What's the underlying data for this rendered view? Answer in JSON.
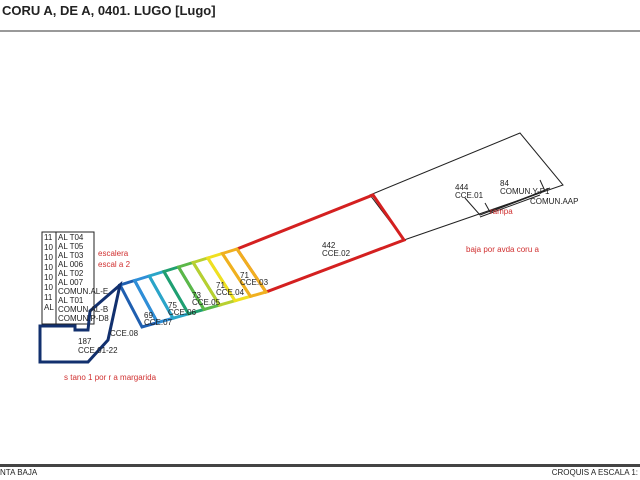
{
  "header": {
    "title": "CORU A, DE A, 0401. LUGO [Lugo]"
  },
  "footer": {
    "left": "NTA BAJA",
    "right": "CROQUIS A ESCALA 1:"
  },
  "units": [
    {
      "area": "444",
      "code": "CCE.01"
    },
    {
      "area": "84",
      "code": "COMUN.Y-P1"
    },
    {
      "area": "",
      "code": "COMUN.AAP"
    },
    {
      "area": "442",
      "code": "CCE.02"
    },
    {
      "area": "71",
      "code": "CCE.03"
    },
    {
      "area": "71",
      "code": "CCE.04"
    },
    {
      "area": "73",
      "code": "CCE.05"
    },
    {
      "area": "75",
      "code": "CCE.06"
    },
    {
      "area": "69",
      "code": "CCE.07"
    },
    {
      "area": "",
      "code": "CCE.08"
    },
    {
      "area": "187",
      "code": "CCE.01-22"
    }
  ],
  "tower_labels": [
    "11",
    "AL T04",
    "10",
    "AL T05",
    "10",
    "AL T03",
    "AL 006",
    "10",
    "AL T02",
    "AL 007",
    "COMUN.AL-E",
    "10",
    "AL T01",
    "10",
    "COMUN.AL-B",
    "11",
    "AL",
    "COMUN.P-D8"
  ],
  "annotations": {
    "ramp": "rampa",
    "ground_access": "baja por avda coru a",
    "basement_access": "s tano 1 por r a margarida",
    "stairs_1": "escalera",
    "stairs_2": "escal a 2"
  },
  "colors": {
    "red": "#d42020",
    "navy": "#12306e",
    "annotation": "#d03030"
  }
}
